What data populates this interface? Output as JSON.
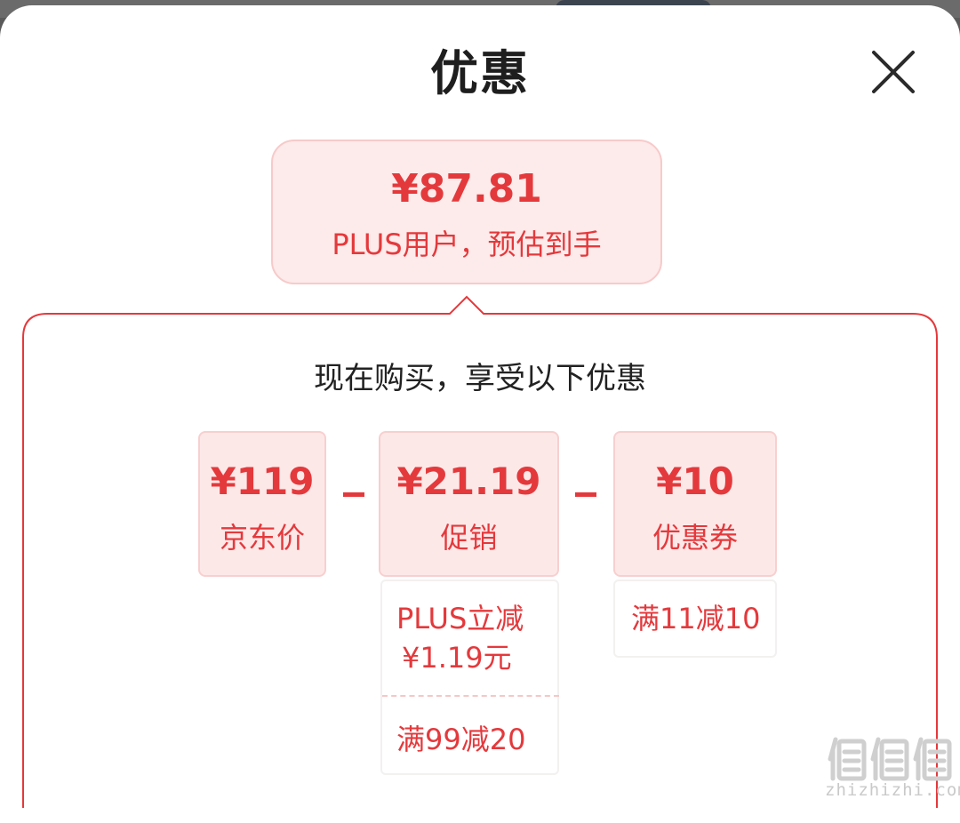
{
  "sheet": {
    "title": "优惠"
  },
  "summary": {
    "price": "¥87.81",
    "caption": "PLUS用户，预估到手"
  },
  "panel": {
    "heading": "现在购买，享受以下优惠"
  },
  "breakdown": {
    "base": {
      "amount": "¥119",
      "label": "京东价"
    },
    "promotion": {
      "amount": "¥21.19",
      "label": "促销",
      "details": [
        "PLUS立减",
        "¥1.19元",
        "满99减20"
      ]
    },
    "coupon": {
      "amount": "¥10",
      "label": "优惠券",
      "details": [
        "满11减10"
      ]
    }
  },
  "watermark": {
    "site": "zhizhizhi.com"
  },
  "colors": {
    "accent": "#e4393c",
    "card_bg": "#fde8e8",
    "panel_border": "#e4393c"
  }
}
